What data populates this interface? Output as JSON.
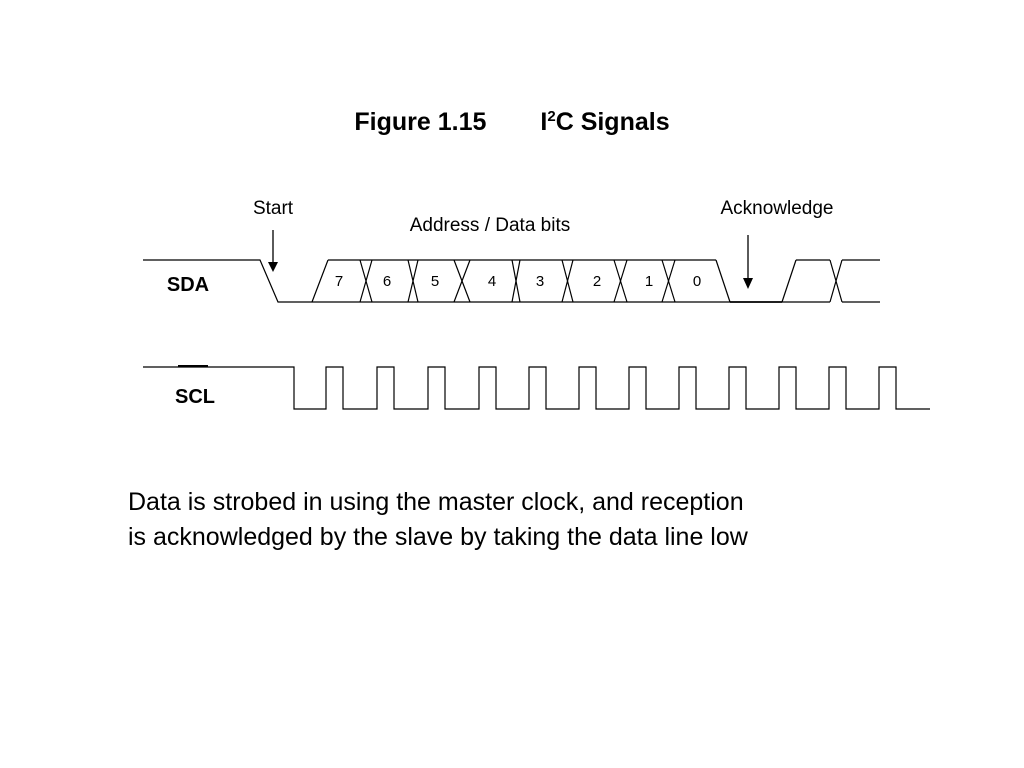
{
  "figure": {
    "number": "Figure 1.15",
    "title_pre": "I",
    "title_sup": "2",
    "title_post": "C Signals"
  },
  "labels": {
    "start": "Start",
    "address": "Address / Data bits",
    "acknowledge": "Acknowledge",
    "sda": "SDA",
    "scl": "SCL"
  },
  "bits": [
    "7",
    "6",
    "5",
    "4",
    "3",
    "2",
    "1",
    "0"
  ],
  "caption": {
    "line1": "Data is strobed in using the master clock, and reception",
    "line2": "is acknowledged by the slave by taking the data line low"
  }
}
